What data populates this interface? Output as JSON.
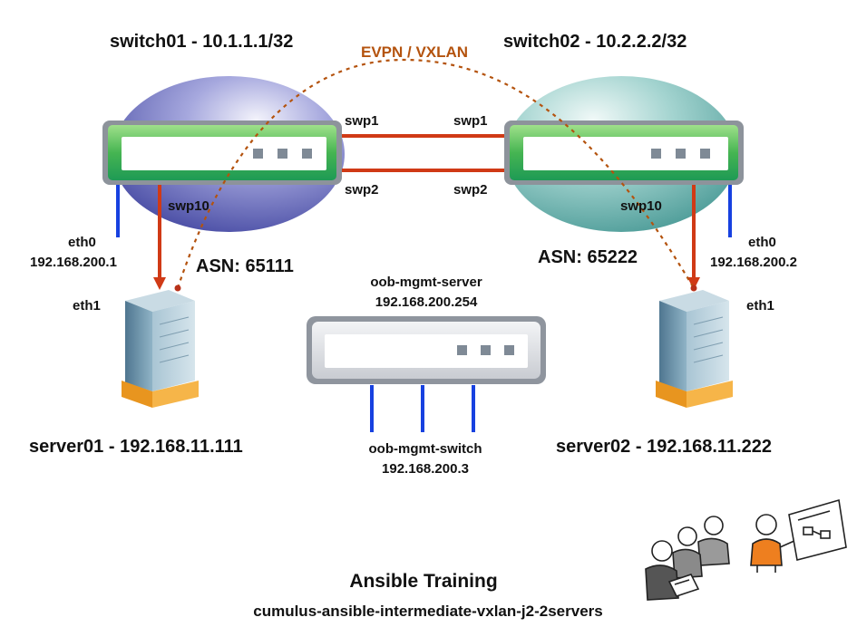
{
  "switches": {
    "switch01": {
      "title": "switch01 - 10.1.1.1/32",
      "asn": "ASN: 65111",
      "port_up": "swp1",
      "port_down": "swp2",
      "port_server": "swp10",
      "mgmt_if": "eth0",
      "mgmt_ip": "192.168.200.1"
    },
    "switch02": {
      "title": "switch02 - 10.2.2.2/32",
      "asn": "ASN: 65222",
      "port_up": "swp1",
      "port_down": "swp2",
      "port_server": "swp10",
      "mgmt_if": "eth0",
      "mgmt_ip": "192.168.200.2"
    }
  },
  "overlay_label": "EVPN / VXLAN",
  "servers": {
    "server01": {
      "title": "server01 - 192.168.11.111",
      "iface": "eth1"
    },
    "server02": {
      "title": "server02 - 192.168.11.222",
      "iface": "eth1"
    }
  },
  "oob": {
    "server_name": "oob-mgmt-server",
    "server_ip": "192.168.200.254",
    "switch_name": "oob-mgmt-switch",
    "switch_ip": "192.168.200.3"
  },
  "footer": {
    "title": "Ansible Training",
    "subtitle": "cumulus-ansible-intermediate-vxlan-j2-2servers"
  },
  "colors": {
    "link_red": "#d03a16",
    "mgmt_blue": "#1741e0",
    "evpn_brown": "#b4530e",
    "switch_green": "#3aa64a",
    "ellipse_purple": "#5b5fb8",
    "ellipse_teal": "#57aaa6",
    "server_blue": "#6d92a8",
    "server_orange": "#f2a530"
  },
  "icons": {
    "switch": "network-switch-icon",
    "server": "server-tower-icon",
    "training": "training-people-icon"
  }
}
